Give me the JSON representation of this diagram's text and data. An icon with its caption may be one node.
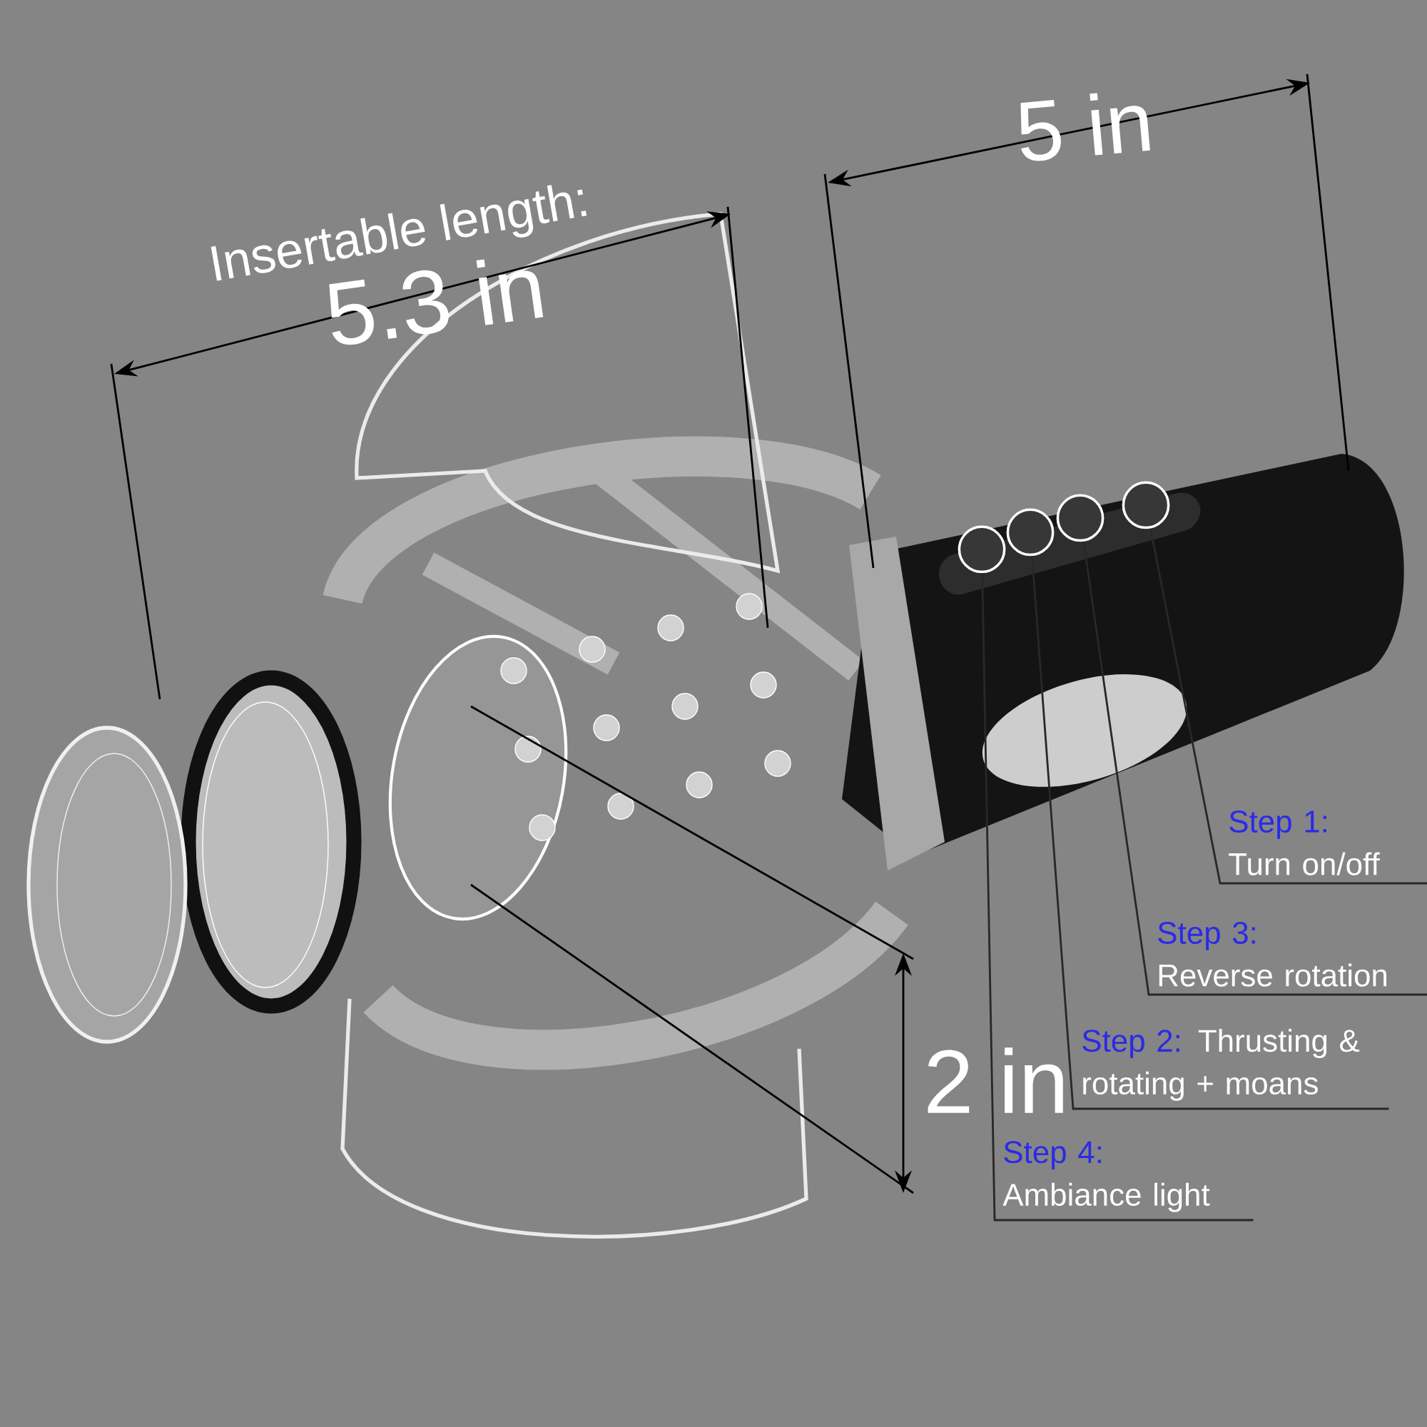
{
  "diagram": {
    "nodes": [
      {
        "text": [],
        "shape": "circle"
      },
      {
        "text": [],
        "shape": "circle"
      },
      {
        "text": [],
        "shape": "circle"
      },
      {
        "text": [],
        "shape": "circle"
      },
      {
        "text": [
          "Step 1:",
          "Turn on/off"
        ]
      },
      {
        "text": [
          "Step 3:",
          "Reverse rotation"
        ]
      },
      {
        "text": [
          "Step 2:",
          "Thrusting & rotating + moans"
        ]
      },
      {
        "text": [
          "Step 4:",
          "Ambiance light"
        ]
      },
      {
        "text": [],
        "shape": "ellipse"
      }
    ],
    "edges": [
      {
        "from": 4,
        "to": 3,
        "arrow": "none"
      },
      {
        "from": 5,
        "to": 2,
        "arrow": "none"
      },
      {
        "from": 6,
        "to": 1,
        "arrow": "none"
      },
      {
        "from": 7,
        "to": 0,
        "arrow": "none"
      }
    ],
    "labels": [
      "5 in",
      "Insertable length:",
      "5.3 in",
      "2 in"
    ]
  }
}
